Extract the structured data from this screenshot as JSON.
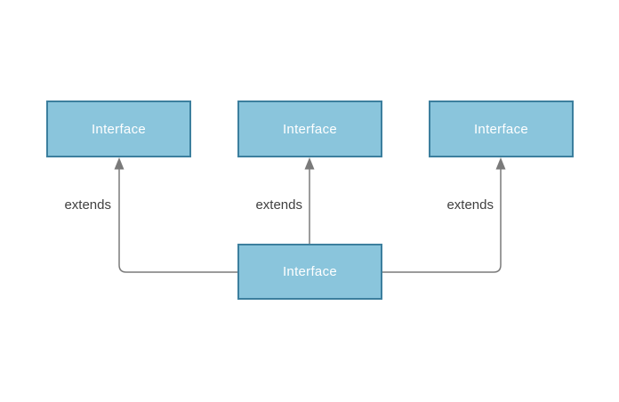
{
  "colors": {
    "background": "#ffffff",
    "node_fill": "#8ac5dc",
    "node_border": "#3c7f9e",
    "node_text": "#ffffff",
    "edge_line": "#7a7a7a",
    "edge_label_text": "#404040"
  },
  "diagram": {
    "nodes": [
      {
        "id": "top-left",
        "label": "Interface"
      },
      {
        "id": "top-middle",
        "label": "Interface"
      },
      {
        "id": "top-right",
        "label": "Interface"
      },
      {
        "id": "bottom",
        "label": "Interface"
      }
    ],
    "edges": [
      {
        "from": "bottom",
        "to": "top-left",
        "label": "extends",
        "arrowhead": "filled-triangle-up"
      },
      {
        "from": "bottom",
        "to": "top-middle",
        "label": "extends",
        "arrowhead": "filled-triangle-up"
      },
      {
        "from": "bottom",
        "to": "top-right",
        "label": "extends",
        "arrowhead": "filled-triangle-up"
      }
    ]
  }
}
